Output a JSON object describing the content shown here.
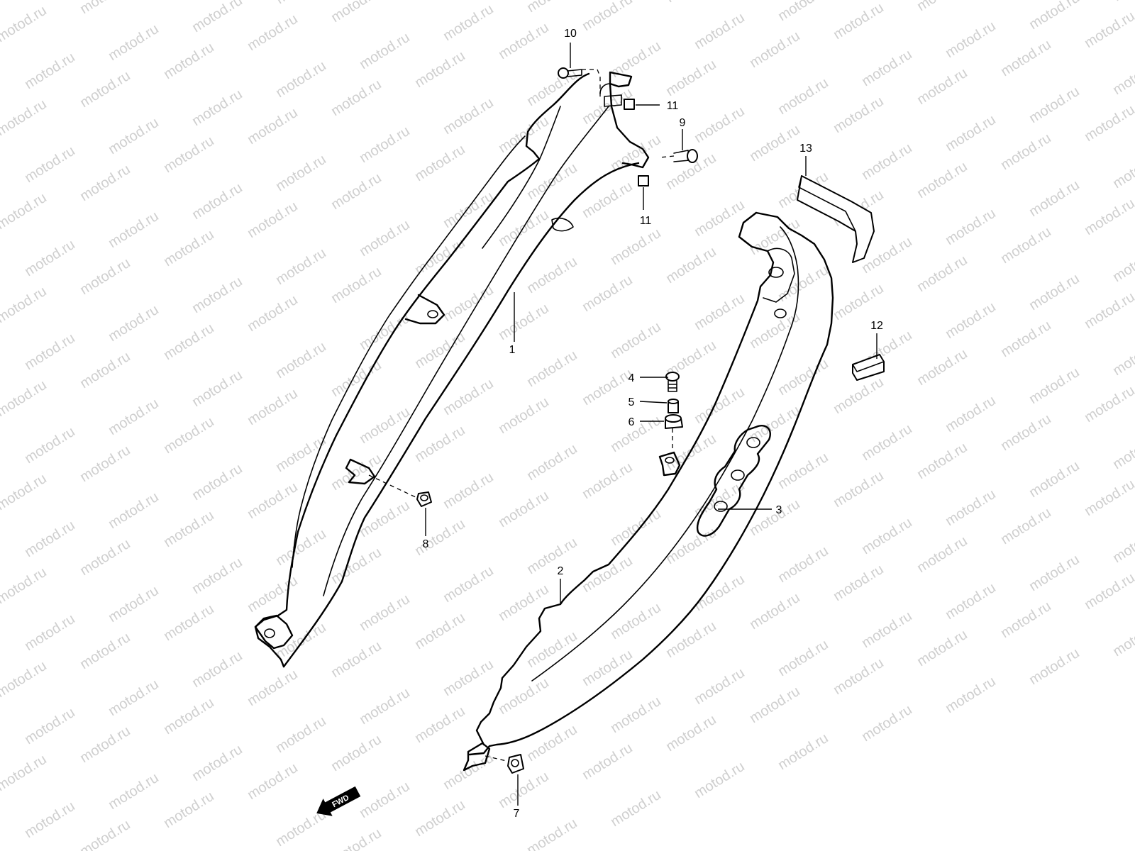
{
  "diagram": {
    "watermark": "motod.ru",
    "direction_label": "FWD",
    "callouts": [
      {
        "id": "1",
        "text": "1"
      },
      {
        "id": "2",
        "text": "2"
      },
      {
        "id": "3",
        "text": "3"
      },
      {
        "id": "4",
        "text": "4"
      },
      {
        "id": "5",
        "text": "5"
      },
      {
        "id": "6",
        "text": "6"
      },
      {
        "id": "7",
        "text": "7"
      },
      {
        "id": "8",
        "text": "8"
      },
      {
        "id": "9",
        "text": "9"
      },
      {
        "id": "10",
        "text": "10"
      },
      {
        "id": "11a",
        "text": "11"
      },
      {
        "id": "11b",
        "text": "11"
      },
      {
        "id": "12",
        "text": "12"
      },
      {
        "id": "13",
        "text": "13"
      }
    ]
  }
}
